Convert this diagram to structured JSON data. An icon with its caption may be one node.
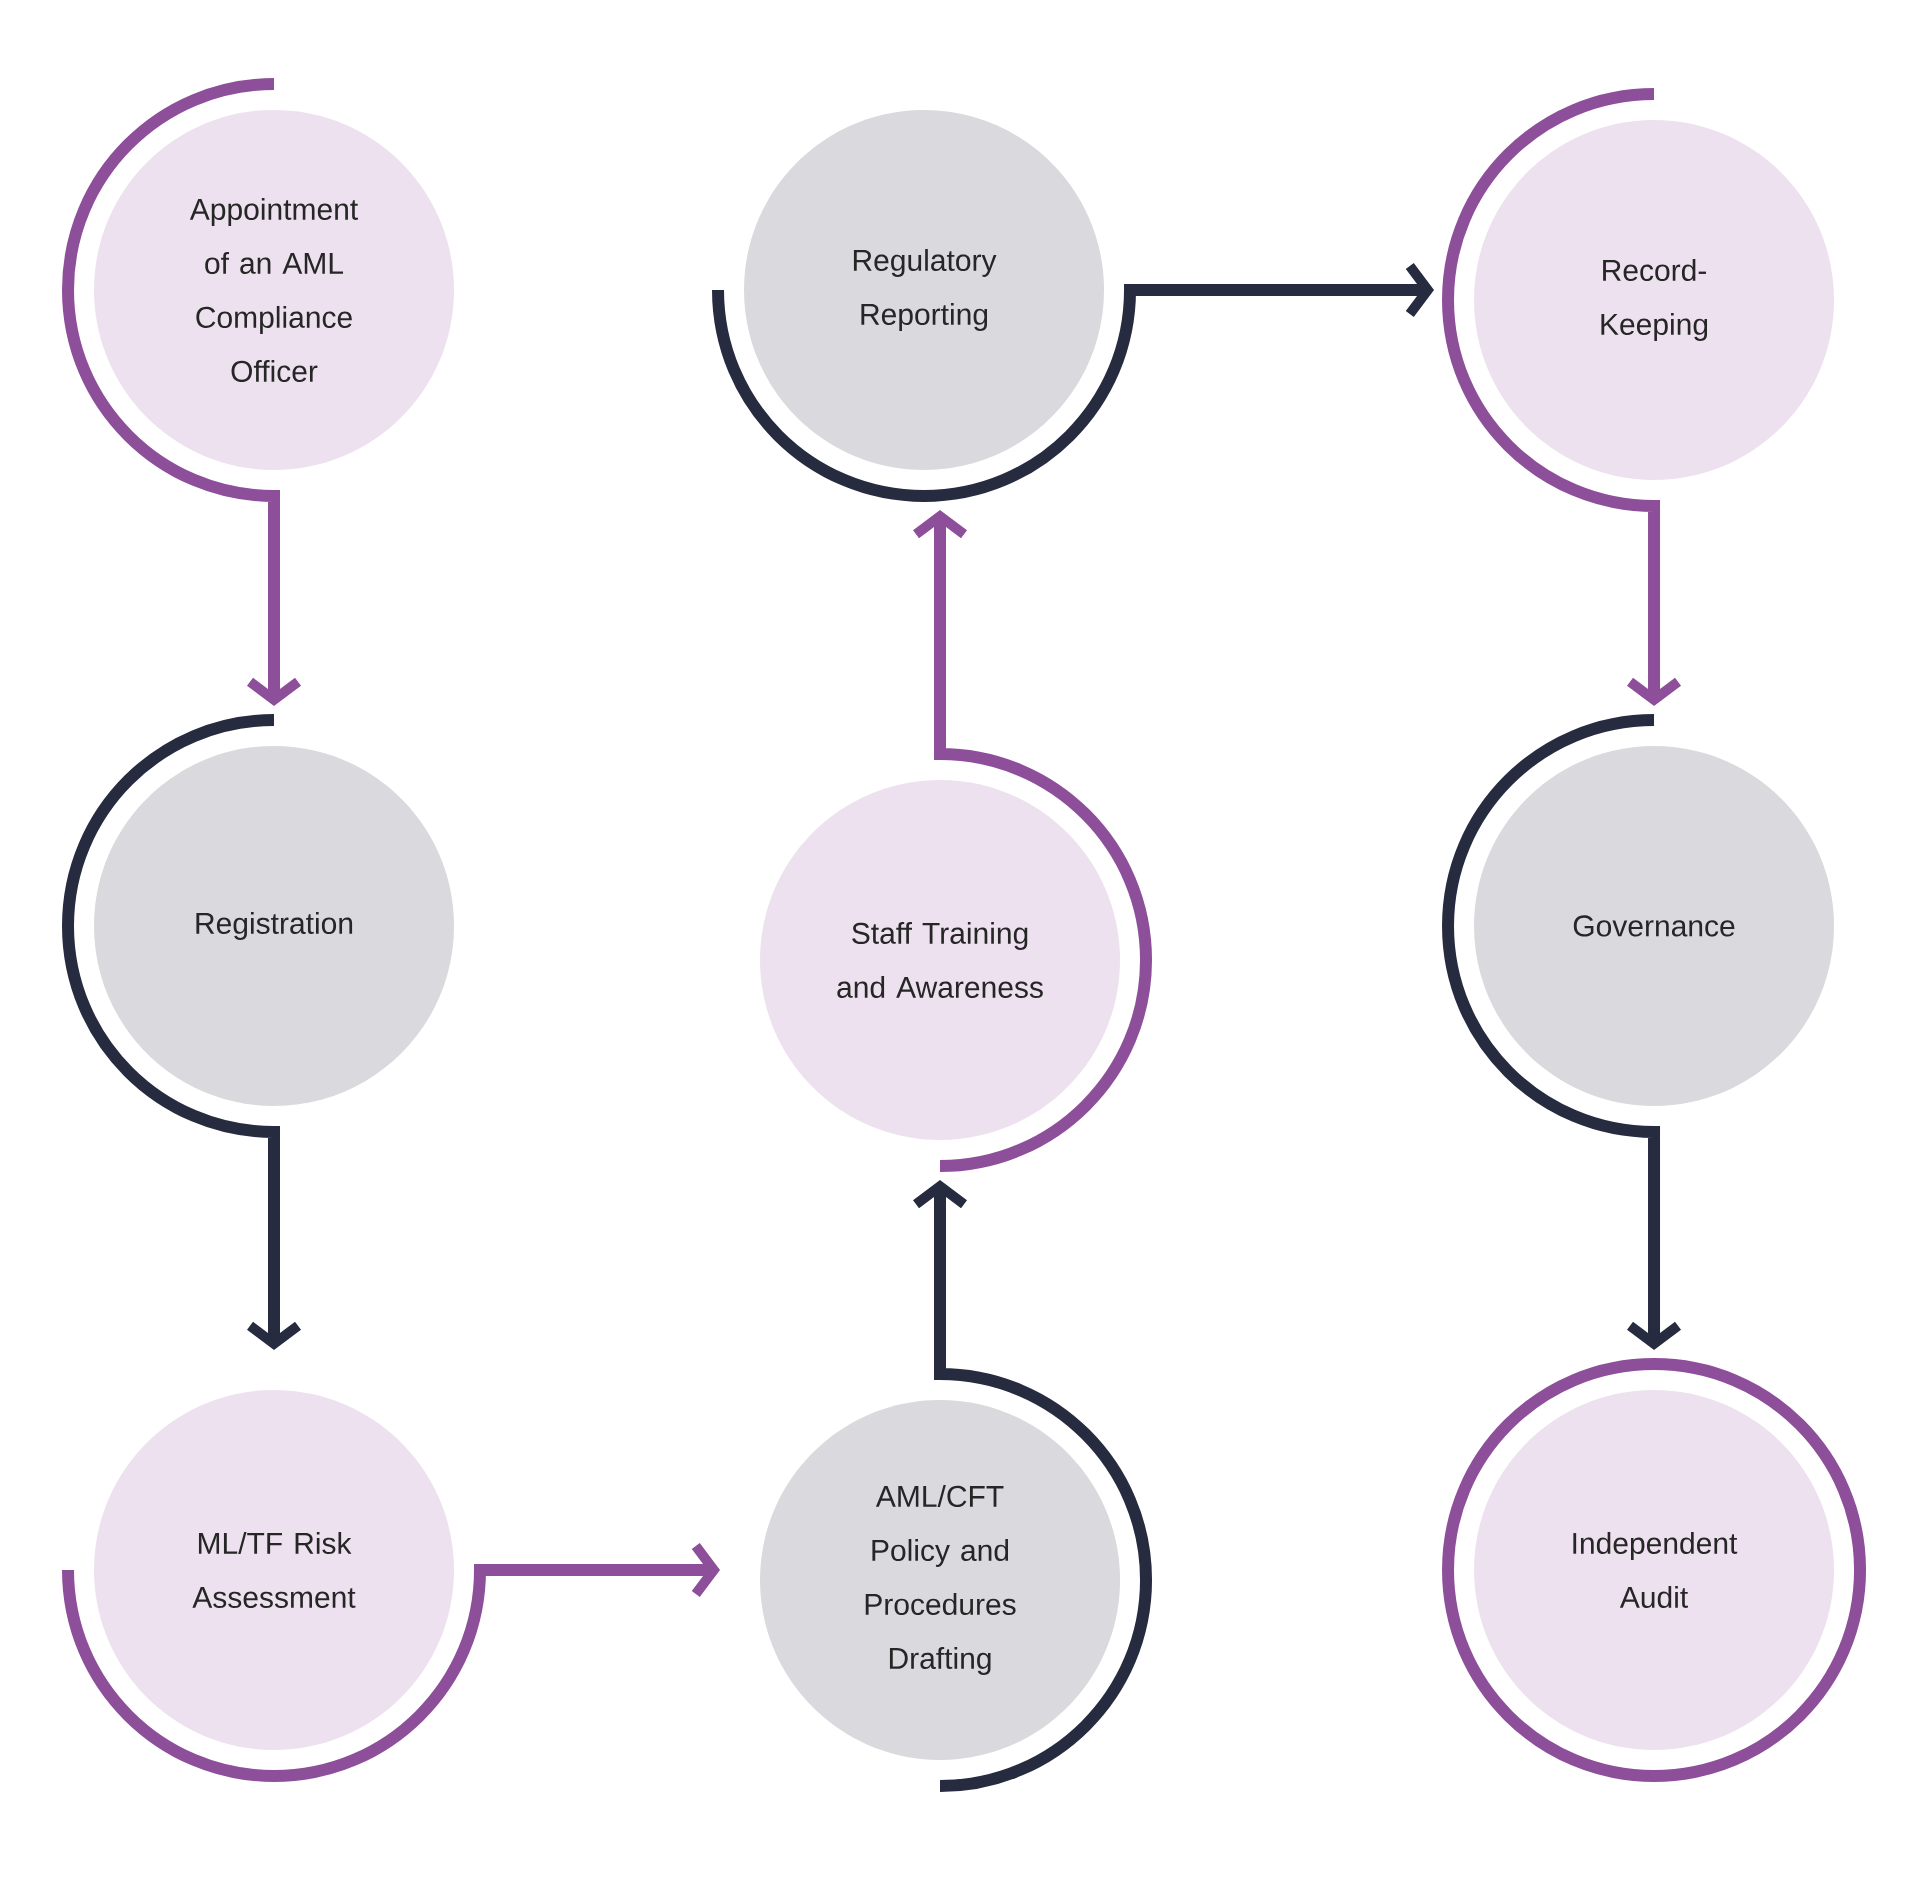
{
  "diagram": {
    "nodes": [
      {
        "text": [
          "Appointment of an AML Compliance Officer"
        ]
      },
      {
        "text": [
          "Registration"
        ]
      },
      {
        "text": [
          "ML/TF Risk Assessment"
        ]
      },
      {
        "text": [
          "AML/CFT Policy and Procedures Drafting"
        ]
      },
      {
        "text": [
          "Staff Training and Awareness"
        ]
      },
      {
        "text": [
          "Regulatory Reporting"
        ]
      },
      {
        "text": [
          "Record-Keeping"
        ]
      },
      {
        "text": [
          "Governance"
        ]
      },
      {
        "text": [
          "Independent Audit"
        ]
      }
    ],
    "edges": [
      {
        "from": 0,
        "to": 1,
        "arrow": "to",
        "color": "#8e4f9a"
      },
      {
        "from": 1,
        "to": 2,
        "arrow": "to",
        "color": "#262b40"
      },
      {
        "from": 2,
        "to": 3,
        "arrow": "to",
        "color": "#8e4f9a"
      },
      {
        "from": 3,
        "to": 4,
        "arrow": "to",
        "color": "#262b40"
      },
      {
        "from": 4,
        "to": 5,
        "arrow": "to",
        "color": "#8e4f9a"
      },
      {
        "from": 5,
        "to": 6,
        "arrow": "to",
        "color": "#262b40"
      },
      {
        "from": 6,
        "to": 7,
        "arrow": "to",
        "color": "#8e4f9a"
      },
      {
        "from": 7,
        "to": 8,
        "arrow": "to",
        "color": "#262b40"
      }
    ]
  }
}
